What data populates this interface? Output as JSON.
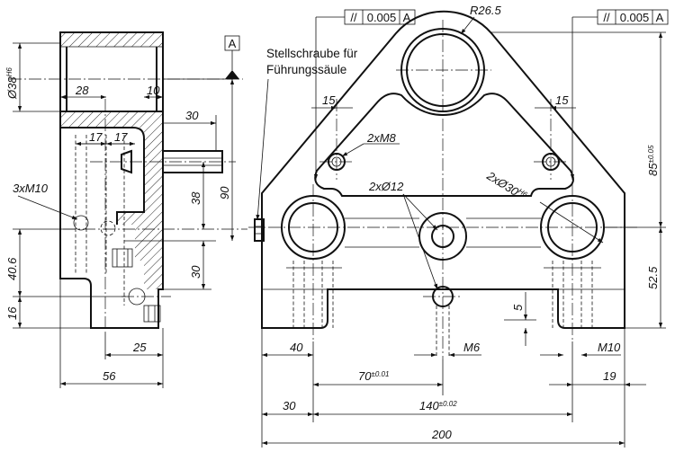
{
  "note": {
    "line1": "Stellschraube für",
    "line2": "Führungssäule"
  },
  "datum": {
    "label": "A"
  },
  "tolerance_frames": [
    {
      "symbol": "//",
      "value": "0.005",
      "datum": "A"
    },
    {
      "symbol": "//",
      "value": "0.005",
      "datum": "A"
    }
  ],
  "side_view": {
    "bore_dim": "Ø38",
    "bore_tol": "H6",
    "d28": "28",
    "d10": "10",
    "d17a": "17",
    "d17b": "17",
    "d30_top": "30",
    "thread": "3xM10",
    "d38": "38",
    "d90": "90",
    "d40_6": "40.6",
    "d30_low": "30",
    "d16": "16",
    "d25": "25",
    "d56": "56"
  },
  "front_view": {
    "radius": "R26.5",
    "d15_left": "15",
    "d15_right": "15",
    "holes_m8": "2xM8",
    "holes_12": "2xØ12",
    "bores": "2xØ30",
    "bores_tol": "H6",
    "d85": "85",
    "d85_tol": "±0.05",
    "d52_5": "52.5",
    "d5": "5",
    "d40": "40",
    "m6": "M6",
    "m10": "M10",
    "d70": "70",
    "d70_tol": "±0.01",
    "d19": "19",
    "d140": "140",
    "d140_tol": "±0.02",
    "d30": "30",
    "d200": "200"
  }
}
